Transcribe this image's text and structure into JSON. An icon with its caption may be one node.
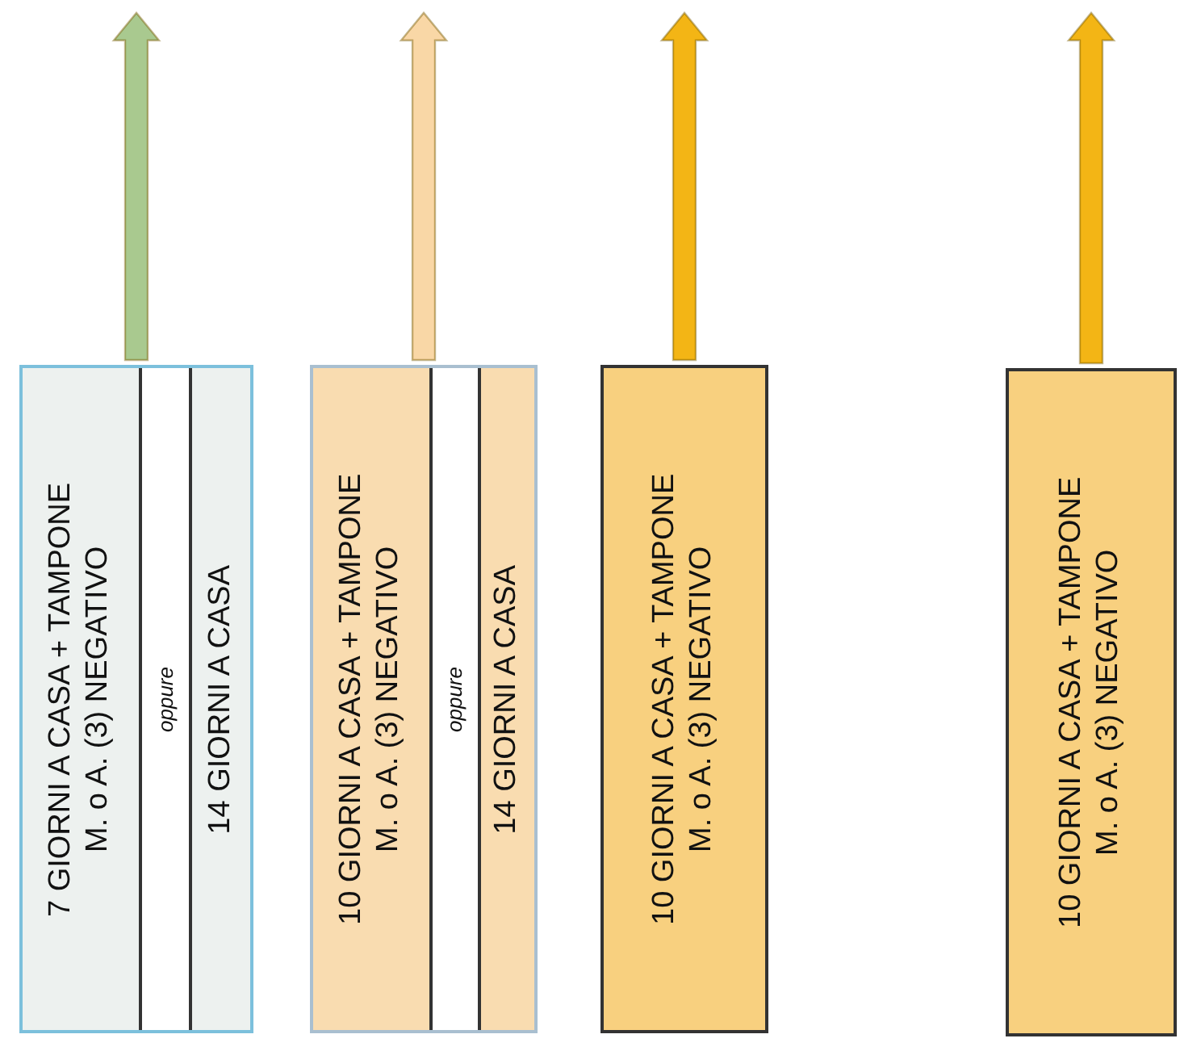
{
  "diagram": {
    "nodes": [
      {
        "text": [],
        "shape": "box"
      },
      {
        "text": [
          "7 GIORNI A CASA + TAMPONE M. o A. (3) NEGATIVO"
        ],
        "in": 0
      },
      {
        "text": [
          "oppure"
        ],
        "in": 0
      },
      {
        "text": [
          "14 GIORNI A CASA"
        ],
        "in": 0
      },
      {
        "text": [],
        "shape": "box"
      },
      {
        "text": [
          "10 GIORNI A CASA + TAMPONE M. o A. (3) NEGATIVO"
        ],
        "in": 4
      },
      {
        "text": [
          "oppure"
        ],
        "in": 4
      },
      {
        "text": [
          "14 GIORNI A CASA"
        ],
        "in": 4
      },
      {
        "text": [
          "10 GIORNI A CASA + TAMPONE M. o A. (3) NEGATIVO"
        ]
      },
      {
        "text": [
          "10 GIORNI A CASA + TAMPONE M. o A. (3) NEGATIVO"
        ]
      }
    ],
    "edges": [
      {
        "from": 0,
        "to": null,
        "arrow": "to",
        "color": "#a9c98f"
      },
      {
        "from": 4,
        "to": null,
        "arrow": "to",
        "color": "#f9d7a6"
      },
      {
        "from": 8,
        "to": null,
        "arrow": "to"
      },
      {
        "from": 9,
        "to": null,
        "arrow": "to"
      }
    ]
  }
}
